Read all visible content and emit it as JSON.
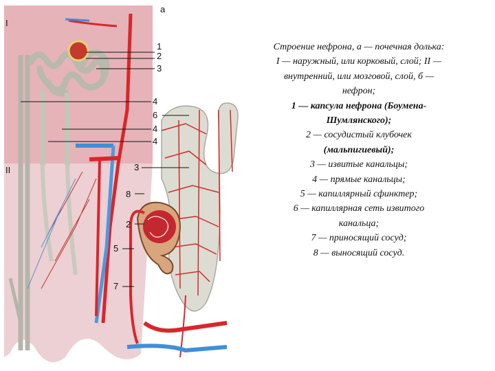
{
  "figure": {
    "panel_label": "а",
    "zone_labels": {
      "outer": "I",
      "inner": "II"
    },
    "callouts_upper": [
      "1",
      "2",
      "3",
      "4",
      "4",
      "4"
    ],
    "callouts_lower": [
      "6",
      "3",
      "8",
      "2",
      "5",
      "7"
    ]
  },
  "caption": {
    "lines": [
      "Строение нефрона, а — почечная долька:",
      "I — наружный, или корковый, слой; II —",
      "внутренний, или мозговой, слой, б —",
      "нефрон;",
      "1 — капсула нефрона (Боумена-",
      "Шумлянского);",
      "2 — сосудистый клубочек",
      "(мальпигиевый);",
      "3 — извитые канальцы;",
      "4 — прямые канальцы;",
      "5 — капиллярный сфинктер;",
      "6 — капиллярная сеть извитого",
      "канальца;",
      "7 — приносящий сосуд;",
      "8 — выносящий сосуд."
    ]
  },
  "colors": {
    "cortex": "#e6b3b9",
    "medulla": "#edd0d3",
    "artery": "#d9262c",
    "vein": "#3f8fd8",
    "tubule": "#dcdcd2",
    "capillary": "#cf2a2a"
  }
}
